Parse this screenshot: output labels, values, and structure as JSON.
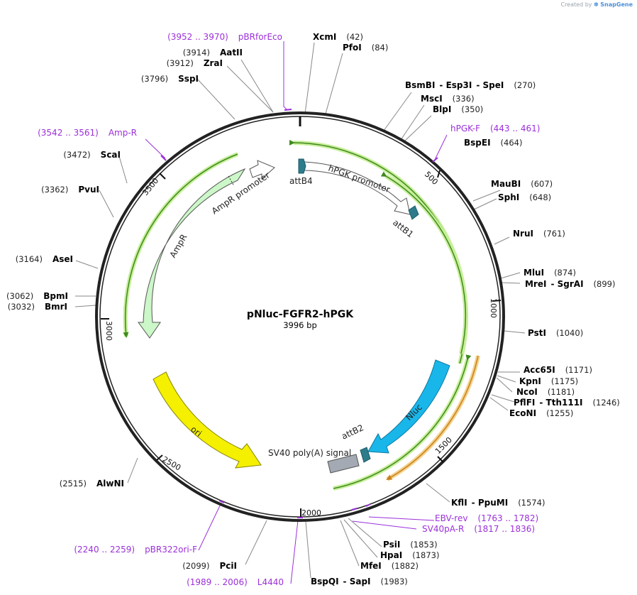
{
  "watermark": {
    "prefix": "Created by",
    "brand": "SnapGene"
  },
  "plasmid": {
    "name": "pNluc-FGFR2-hPGK",
    "length": 3996,
    "length_label": "3996 bp"
  },
  "ticks": [
    "500",
    "1000",
    "1500",
    "2000",
    "2500",
    "3000",
    "3500"
  ],
  "enzymes": [
    {
      "name": "XcmI",
      "pos": "(42)"
    },
    {
      "name": "PfoI",
      "pos": "(84)"
    },
    {
      "name": "BsmBI",
      "name2": "Esp3I",
      "name3": "SpeI",
      "pos": "(270)"
    },
    {
      "name": "MscI",
      "pos": "(336)"
    },
    {
      "name": "BlpI",
      "pos": "(350)"
    },
    {
      "name": "BspEI",
      "pos": "(464)"
    },
    {
      "name": "MauBI",
      "pos": "(607)"
    },
    {
      "name": "SphI",
      "pos": "(648)"
    },
    {
      "name": "NruI",
      "pos": "(761)"
    },
    {
      "name": "MluI",
      "pos": "(874)"
    },
    {
      "name": "MreI",
      "name2": "SgrAI",
      "pos": "(899)"
    },
    {
      "name": "PstI",
      "pos": "(1040)"
    },
    {
      "name": "Acc65I",
      "pos": "(1171)"
    },
    {
      "name": "KpnI",
      "pos": "(1175)"
    },
    {
      "name": "NcoI",
      "pos": "(1181)"
    },
    {
      "name": "PflFI",
      "name2": "Tth111I",
      "pos": "(1246)"
    },
    {
      "name": "EcoNI",
      "pos": "(1255)"
    },
    {
      "name": "KflI",
      "name2": "PpuMI",
      "pos": "(1574)"
    },
    {
      "name": "PsiI",
      "pos": "(1853)"
    },
    {
      "name": "HpaI",
      "pos": "(1873)"
    },
    {
      "name": "MfeI",
      "pos": "(1882)"
    },
    {
      "name": "BspQI",
      "name2": "SapI",
      "pos": "(1983)"
    },
    {
      "name": "PciI",
      "pos": "(2099)"
    },
    {
      "name": "AlwNI",
      "pos": "(2515)"
    },
    {
      "name": "BmrI",
      "pos": "(3032)"
    },
    {
      "name": "BpmI",
      "pos": "(3062)"
    },
    {
      "name": "AseI",
      "pos": "(3164)"
    },
    {
      "name": "PvuI",
      "pos": "(3362)"
    },
    {
      "name": "ScaI",
      "pos": "(3472)"
    },
    {
      "name": "SspI",
      "pos": "(3796)"
    },
    {
      "name": "ZraI",
      "pos": "(3912)"
    },
    {
      "name": "AatII",
      "pos": "(3914)"
    }
  ],
  "primers": [
    {
      "name": "pBRforEco",
      "range": "(3952 .. 3970)"
    },
    {
      "name": "hPGK-F",
      "range": "(443 .. 461)"
    },
    {
      "name": "Amp-R",
      "range": "(3542 .. 3561)"
    },
    {
      "name": "EBV-rev",
      "range": "(1763 .. 1782)"
    },
    {
      "name": "SV40pA-R",
      "range": "(1817 .. 1836)"
    },
    {
      "name": "pBR322ori-F",
      "range": "(2240 .. 2259)"
    },
    {
      "name": "L4440",
      "range": "(1989 .. 2006)"
    }
  ],
  "features": [
    {
      "name": "hPGK promoter",
      "type": "promoter"
    },
    {
      "name": "attB1",
      "type": "site"
    },
    {
      "name": "attB4",
      "type": "site"
    },
    {
      "name": "attB2",
      "type": "site"
    },
    {
      "name": "Nluc",
      "type": "cds"
    },
    {
      "name": "SV40 poly(A) signal",
      "type": "terminator"
    },
    {
      "name": "ori",
      "type": "rep_origin"
    },
    {
      "name": "AmpR",
      "type": "cds"
    },
    {
      "name": "AmpR promoter",
      "type": "promoter"
    }
  ],
  "colors": {
    "backbone": "#222222",
    "orf_green": "#3f8a1f",
    "orf_glow": "#c8ef9a",
    "orf_orange": "#c9801c",
    "orf_orange_glow": "#f3d28a",
    "nluc": "#19b6ea",
    "ori": "#f4f000",
    "ampr": "#ccf7c8",
    "promoter": "#ffffff",
    "terminator": "#a3aab3",
    "att": "#2d7c8c",
    "primer": "#9b30d9"
  }
}
